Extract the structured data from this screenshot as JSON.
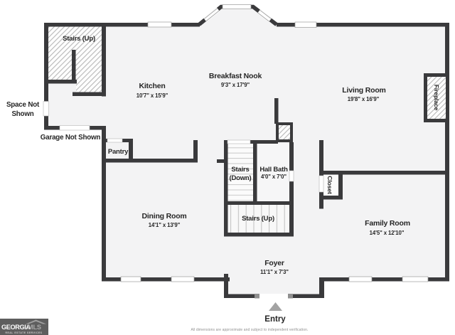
{
  "plan": {
    "areas": {
      "stairs_up_top": "Stairs (Up)",
      "space_not_shown": [
        "Space Not",
        "Shown"
      ],
      "garage_not_shown": "Garage Not Shown",
      "kitchen": {
        "name": "Kitchen",
        "dims": "10'7\" x 15'9\""
      },
      "breakfast_nook": {
        "name": "Breakfast Nook",
        "dims": "9'3\" x 17'9\""
      },
      "living_room": {
        "name": "Living Room",
        "dims": "19'8\" x 16'9\""
      },
      "fireplace": "Fireplace",
      "pantry": "Pantry",
      "stairs_down": [
        "Stairs",
        "(Down)"
      ],
      "hall_bath": {
        "name": "Hall Bath",
        "dims": "4'0\" x 7'0\""
      },
      "closet": "Closet",
      "dining_room": {
        "name": "Dining Room",
        "dims": "14'1\" x 13'9\""
      },
      "stairs_up_mid": "Stairs (Up)",
      "family_room": {
        "name": "Family Room",
        "dims": "14'5\" x 12'10\""
      },
      "foyer": {
        "name": "Foyer",
        "dims": "11'1\" x 7'3\""
      },
      "entry": "Entry"
    },
    "footer": {
      "logo_primary": "GEORGIA",
      "logo_secondary": "MLS",
      "logo_tagline": "REAL ESTATE SERVICES",
      "disclaimer": "All dimensions are approximate and subject to independent verification."
    },
    "colors": {
      "wall": "#3a3a3c",
      "floor": "#f3f3f4",
      "text": "#262626",
      "entry_arrow": "#a3a3a3",
      "logo_background": "#5e5e5e"
    }
  }
}
